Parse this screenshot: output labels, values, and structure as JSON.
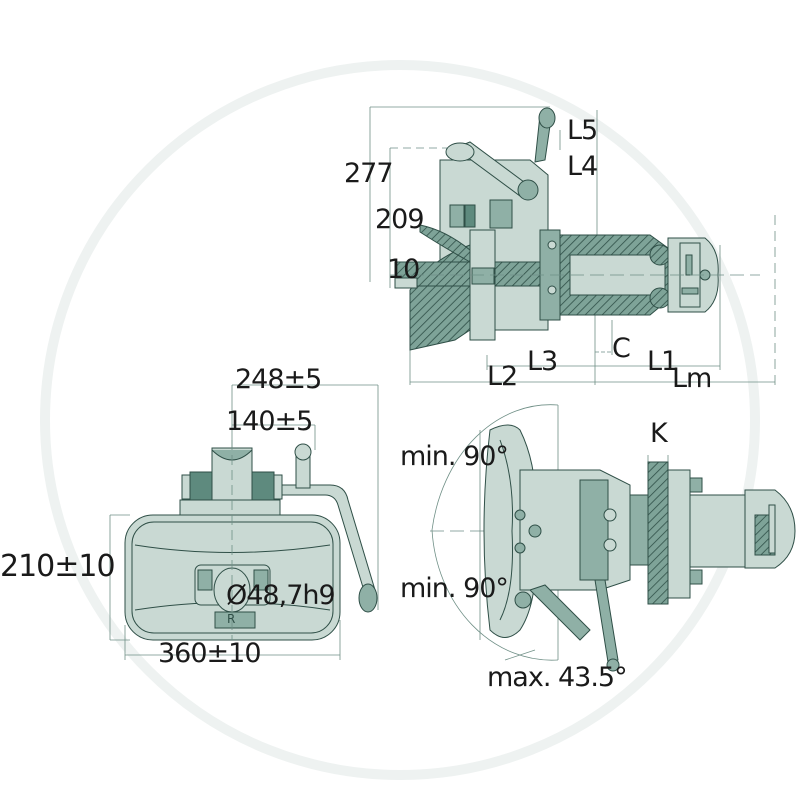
{
  "colors": {
    "fill_light": "#c9d9d3",
    "fill_mid": "#8fb0a6",
    "fill_dark": "#5e8a7e",
    "stroke": "#2f4f47",
    "dim_line": "#6f8f86",
    "text": "#1a1a1a",
    "watermark": "#eef2f1"
  },
  "side_view": {
    "labels": {
      "l5": "L5",
      "l4": "L4",
      "h277": "277",
      "h209": "209",
      "h10": "10",
      "c": "C",
      "l1": "L1",
      "l2": "L2",
      "l3": "L3",
      "lm": "Lm"
    }
  },
  "front_view": {
    "labels": {
      "w248": "248±5",
      "w140": "140±5",
      "h210": "210±10",
      "dia": "Ø48,7h9",
      "w360": "360±10",
      "badge": "R"
    }
  },
  "top_view": {
    "labels": {
      "k": "K",
      "min90_top": "min. 90°",
      "min90_bottom": "min. 90°",
      "max43": "max. 43.5°"
    }
  }
}
